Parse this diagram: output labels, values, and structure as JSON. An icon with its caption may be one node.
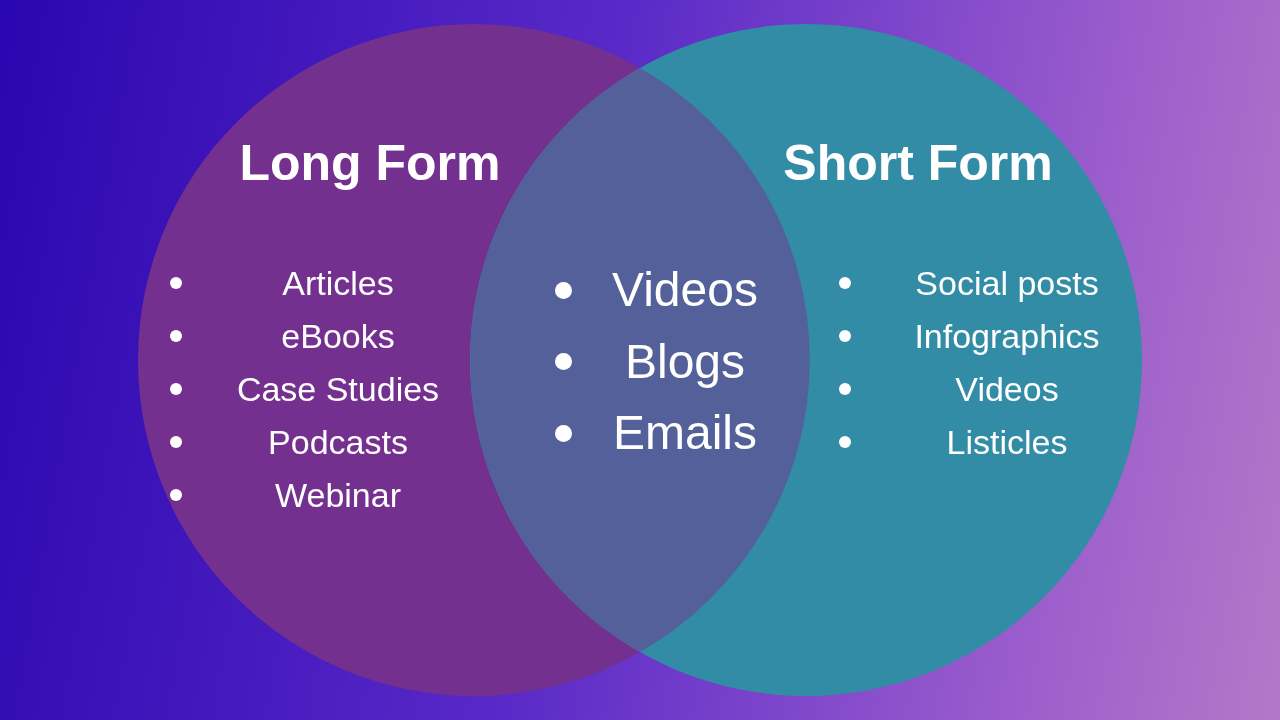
{
  "diagram": {
    "nodes": [
      {
        "text": [
          "Long Form",
          "Articles",
          "eBooks",
          "Case Studies",
          "Podcasts",
          "Webinar"
        ]
      },
      {
        "text": [
          "Short Form",
          "Social posts",
          "Infographics",
          "Videos",
          "Listicles"
        ]
      },
      {
        "text": [
          "Videos",
          "Blogs",
          "Emails"
        ]
      }
    ]
  }
}
